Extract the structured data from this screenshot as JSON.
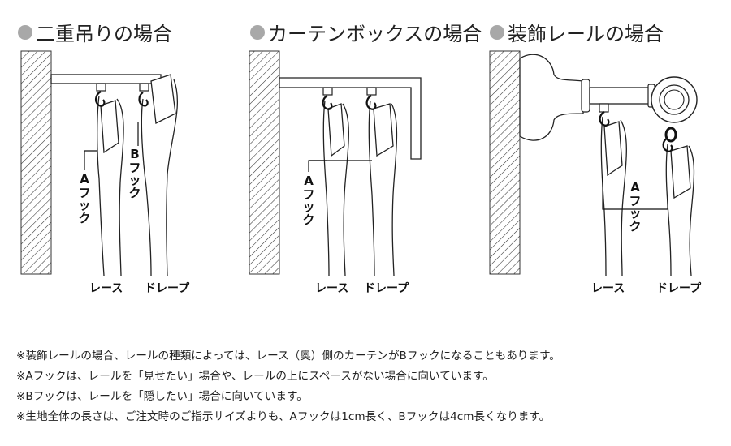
{
  "panels": [
    {
      "title": "二重吊りの場合",
      "hook_a": [
        "A",
        "フ",
        "ッ",
        "ク"
      ],
      "hook_b": [
        "B",
        "フ",
        "ッ",
        "ク"
      ],
      "lace": "レース",
      "drape": "ドレープ"
    },
    {
      "title": "カーテンボックスの場合",
      "hook_a": [
        "A",
        "フ",
        "ッ",
        "ク"
      ],
      "lace": "レース",
      "drape": "ドレープ"
    },
    {
      "title": "装飾レールの場合",
      "hook_a": [
        "A",
        "フ",
        "ッ",
        "ク"
      ],
      "lace": "レース",
      "drape": "ドレープ"
    }
  ],
  "notes": [
    "※装飾レールの場合、レールの種類によっては、レース（奥）側のカーテンがBフックになることもあります。",
    "※Aフックは、レールを「見せたい」場合や、レールの上にスペースがない場合に向いています。",
    "※Bフックは、レールを「隠したい」場合に向いています。",
    "※生地全体の長さは、ご注文時のご指示サイズよりも、Aフックは1cm長く、Bフックは4cm長くなります。"
  ]
}
